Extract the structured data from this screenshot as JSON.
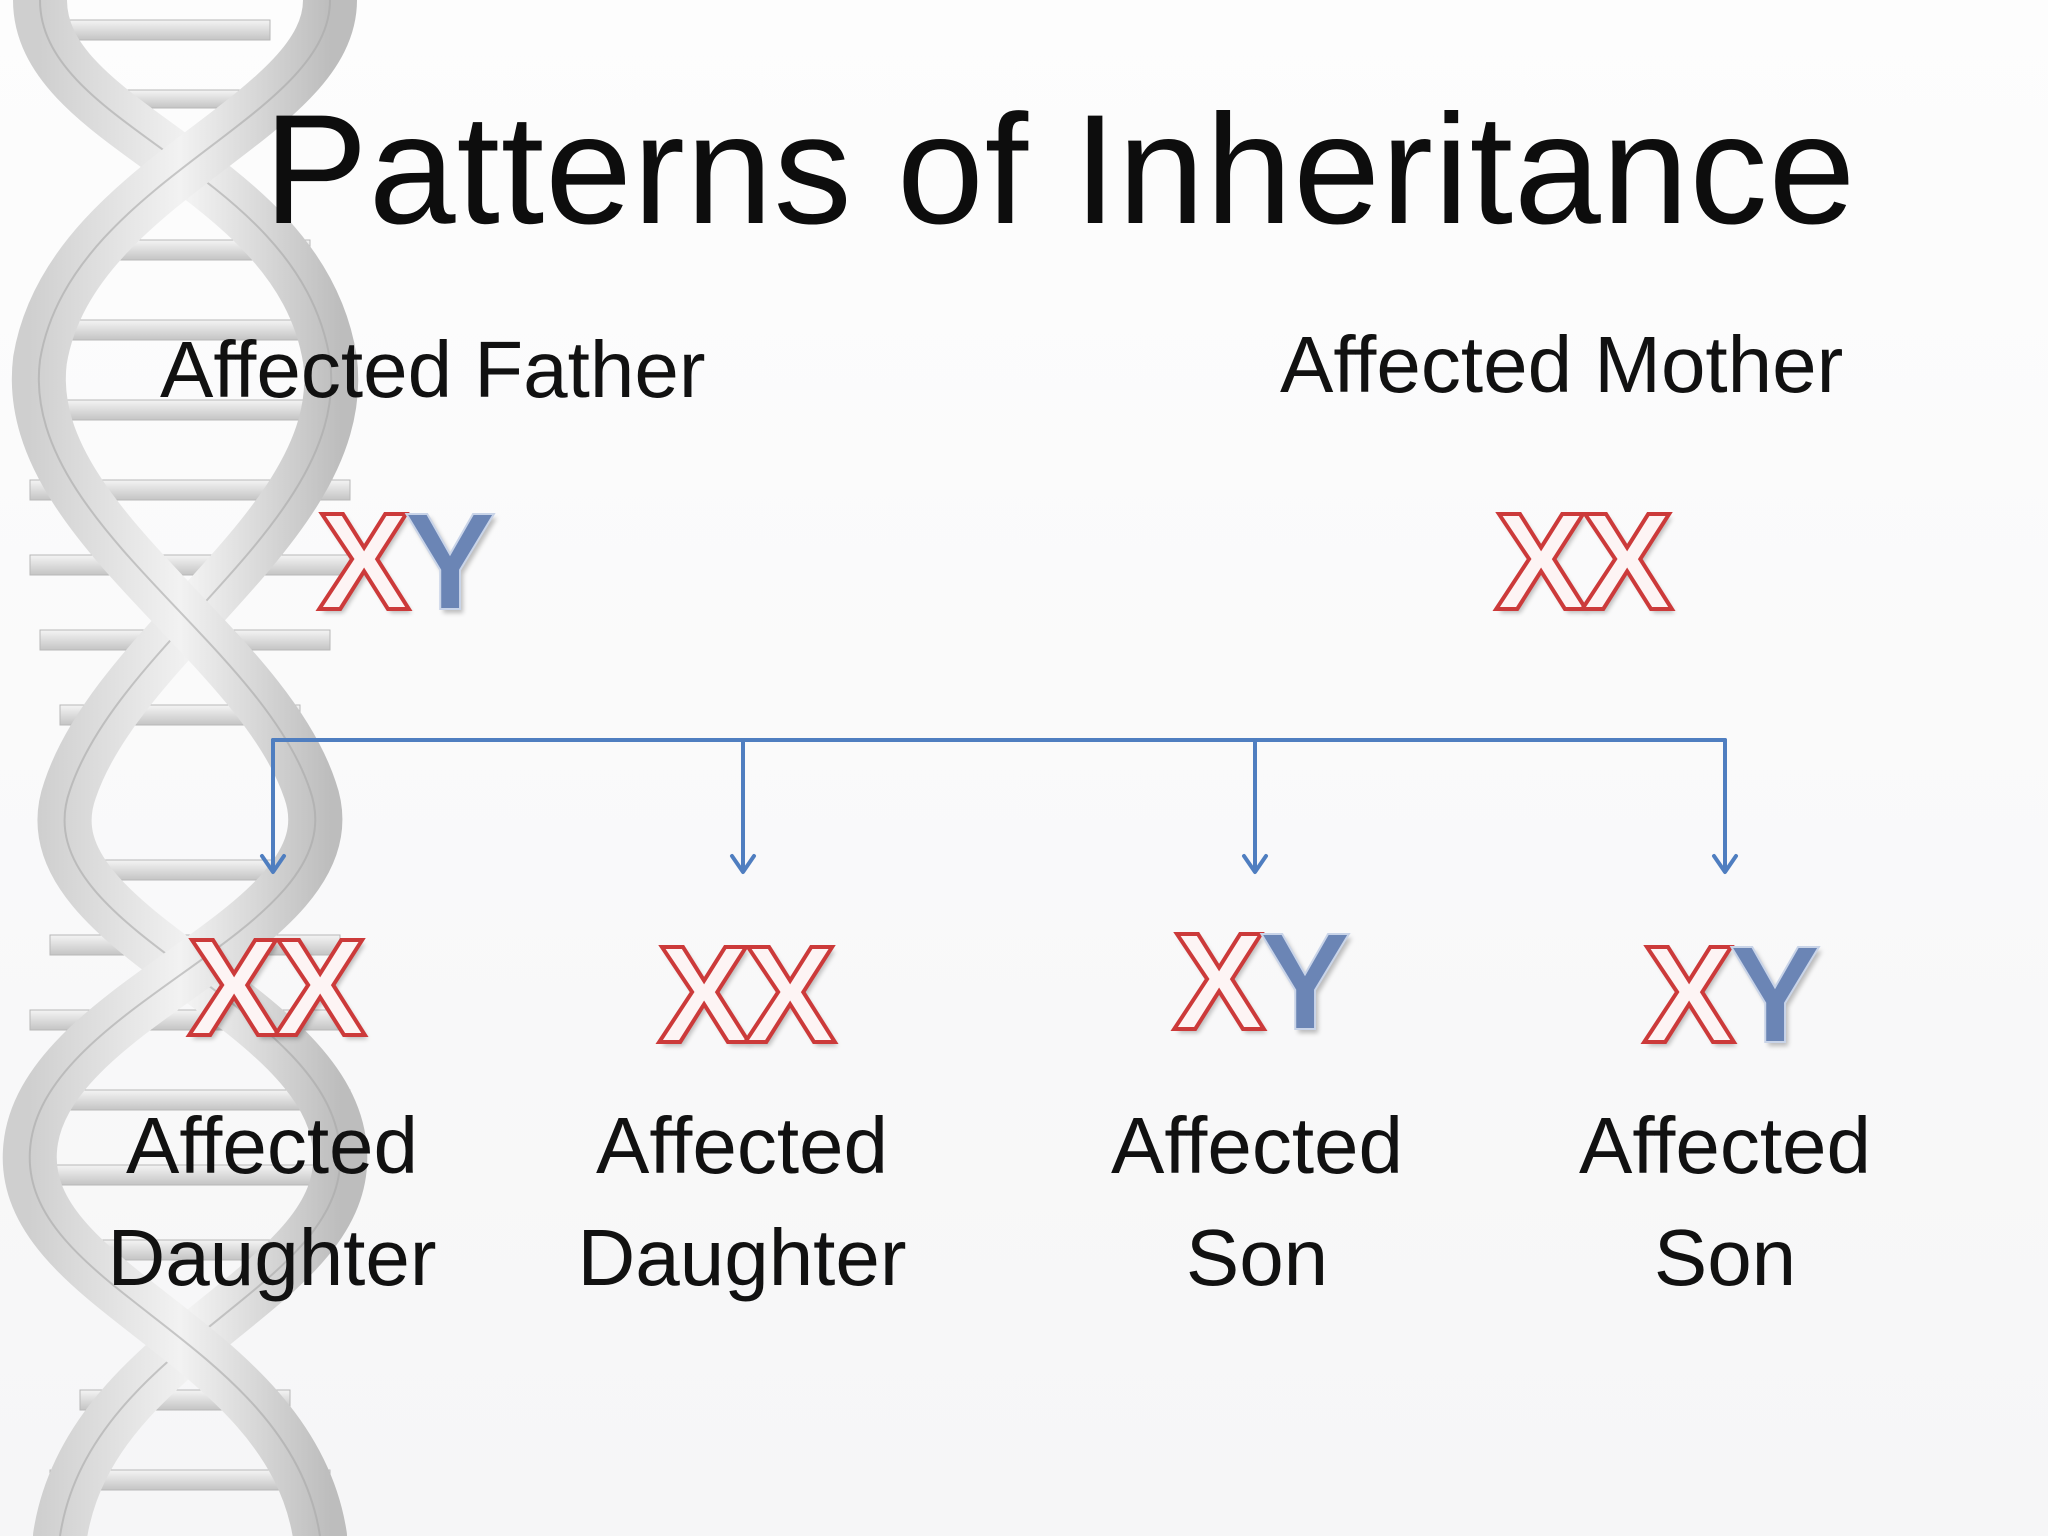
{
  "title": "Patterns of Inheritance",
  "father": {
    "label": "Affected Father",
    "chromosomes": [
      "X",
      "Y"
    ]
  },
  "mother": {
    "label": "Affected Mother",
    "chromosomes": [
      "X",
      "X"
    ]
  },
  "children": [
    {
      "chromosomes": [
        "X",
        "X"
      ],
      "label_line1": "Affected",
      "label_line2": "Daughter"
    },
    {
      "chromosomes": [
        "X",
        "X"
      ],
      "label_line1": "Affected",
      "label_line2": "Daughter"
    },
    {
      "chromosomes": [
        "X",
        "Y"
      ],
      "label_line1": "Affected",
      "label_line2": "Son"
    },
    {
      "chromosomes": [
        "X",
        "Y"
      ],
      "label_line1": "Affected",
      "label_line2": "Son"
    }
  ],
  "colors": {
    "affected_x_outline": "#cc3a3a",
    "y_fill": "#6b85b5",
    "connector": "#4f7ec0"
  },
  "icons": {
    "background": "dna-helix-icon"
  }
}
